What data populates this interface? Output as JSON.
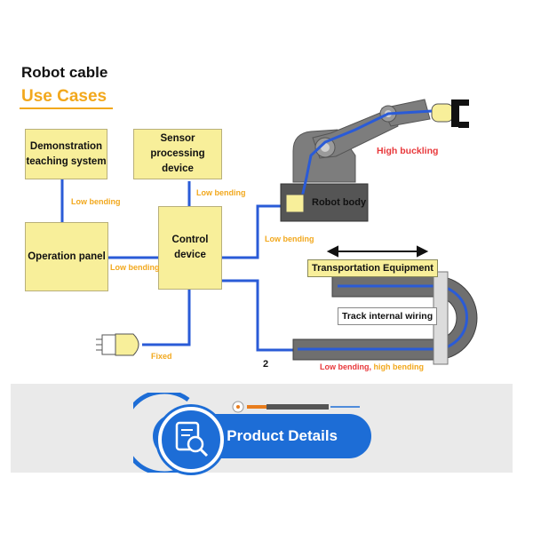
{
  "title": {
    "line1": "Robot cable",
    "line2": "Use Cases"
  },
  "boxes": {
    "demo": "Demonstration teaching system",
    "sensor": "Sensor processing device",
    "operation": "Operation panel",
    "control": "Control device",
    "robot_body": "Robot body",
    "transport": "Transportation Equipment",
    "track": "Track internal wiring"
  },
  "labels": {
    "low_bending_1": "Low bending",
    "low_bending_2": "Low bending",
    "low_bending_3": "Low bending",
    "low_bending_4": "Low bending",
    "high_buckling": "High buckling",
    "fixed": "Fixed",
    "bottom_low": "Low bending,",
    "bottom_high": " high bending",
    "number": "2"
  },
  "product_details": {
    "label": "Product Details"
  },
  "colors": {
    "cable": "#2a5bd7",
    "box": "#f8ef9a",
    "accent": "#f2a81d",
    "red": "#e8383b",
    "brand_blue": "#1d6dd6"
  },
  "icons": [
    "connector-plug-icon",
    "robot-arm-icon",
    "cable-chain-icon",
    "search-document-icon",
    "double-arrow-icon"
  ]
}
